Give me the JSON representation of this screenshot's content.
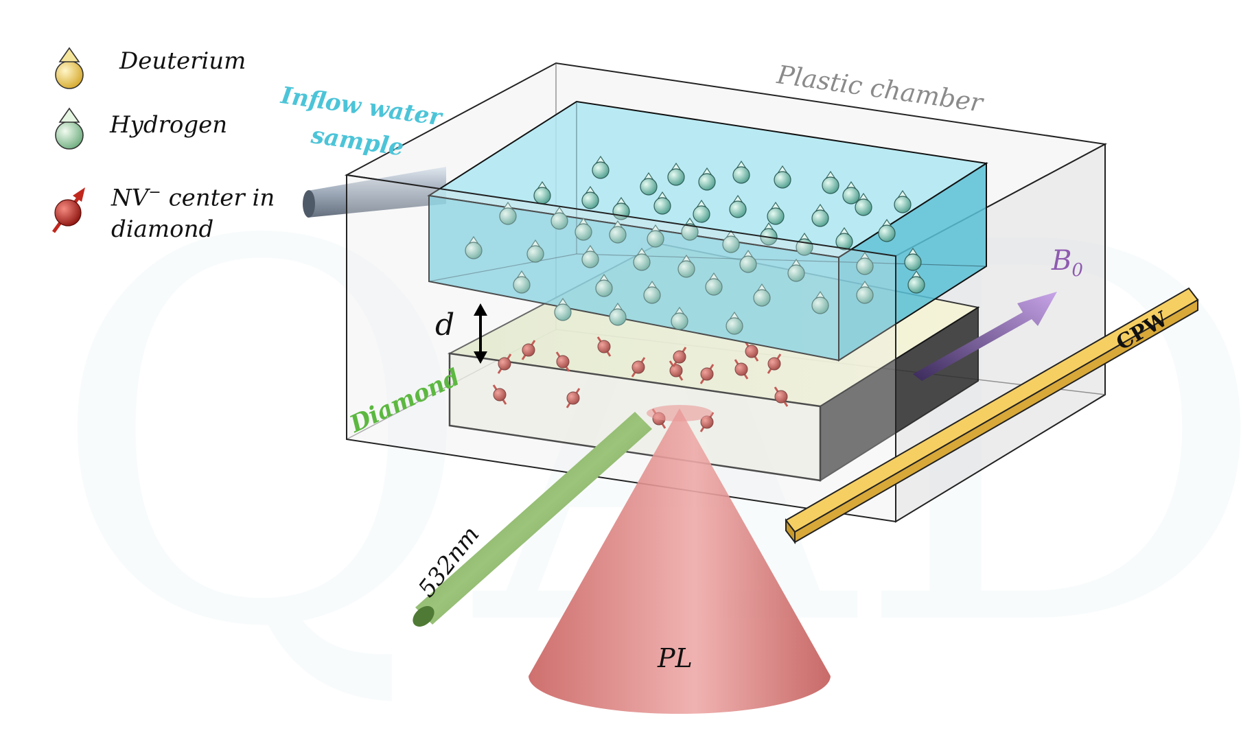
{
  "legend": {
    "deuterium": "Deuterium",
    "hydrogen": "Hydrogen",
    "nv_line1": "NV",
    "nv_sup": "−",
    "nv_line1_rest": "center in",
    "nv_line2": "diamond"
  },
  "labels": {
    "plastic_chamber": "Plastic chamber",
    "inflow_line1": "Inflow water",
    "inflow_line2": "sample",
    "d": "d",
    "diamond": "Diamond",
    "b0_main": "B",
    "b0_sub": "0",
    "cpw": "CPW",
    "laser": "532nm",
    "pl": "PL"
  },
  "colors": {
    "water": "#5fd0e6",
    "water_label": "#4cc4d8",
    "diamond_label": "#5cb840",
    "b0_label": "#8e5bb0",
    "chamber_label": "#8a8a8a",
    "cpw": "#f2c14e",
    "laser": "#6c9a4a",
    "pl_cone": "#d9706f",
    "nv": "#b8261e",
    "hydrogen": "#a8dcae",
    "deuterium": "#f0d46a"
  },
  "watermark": "QAD"
}
